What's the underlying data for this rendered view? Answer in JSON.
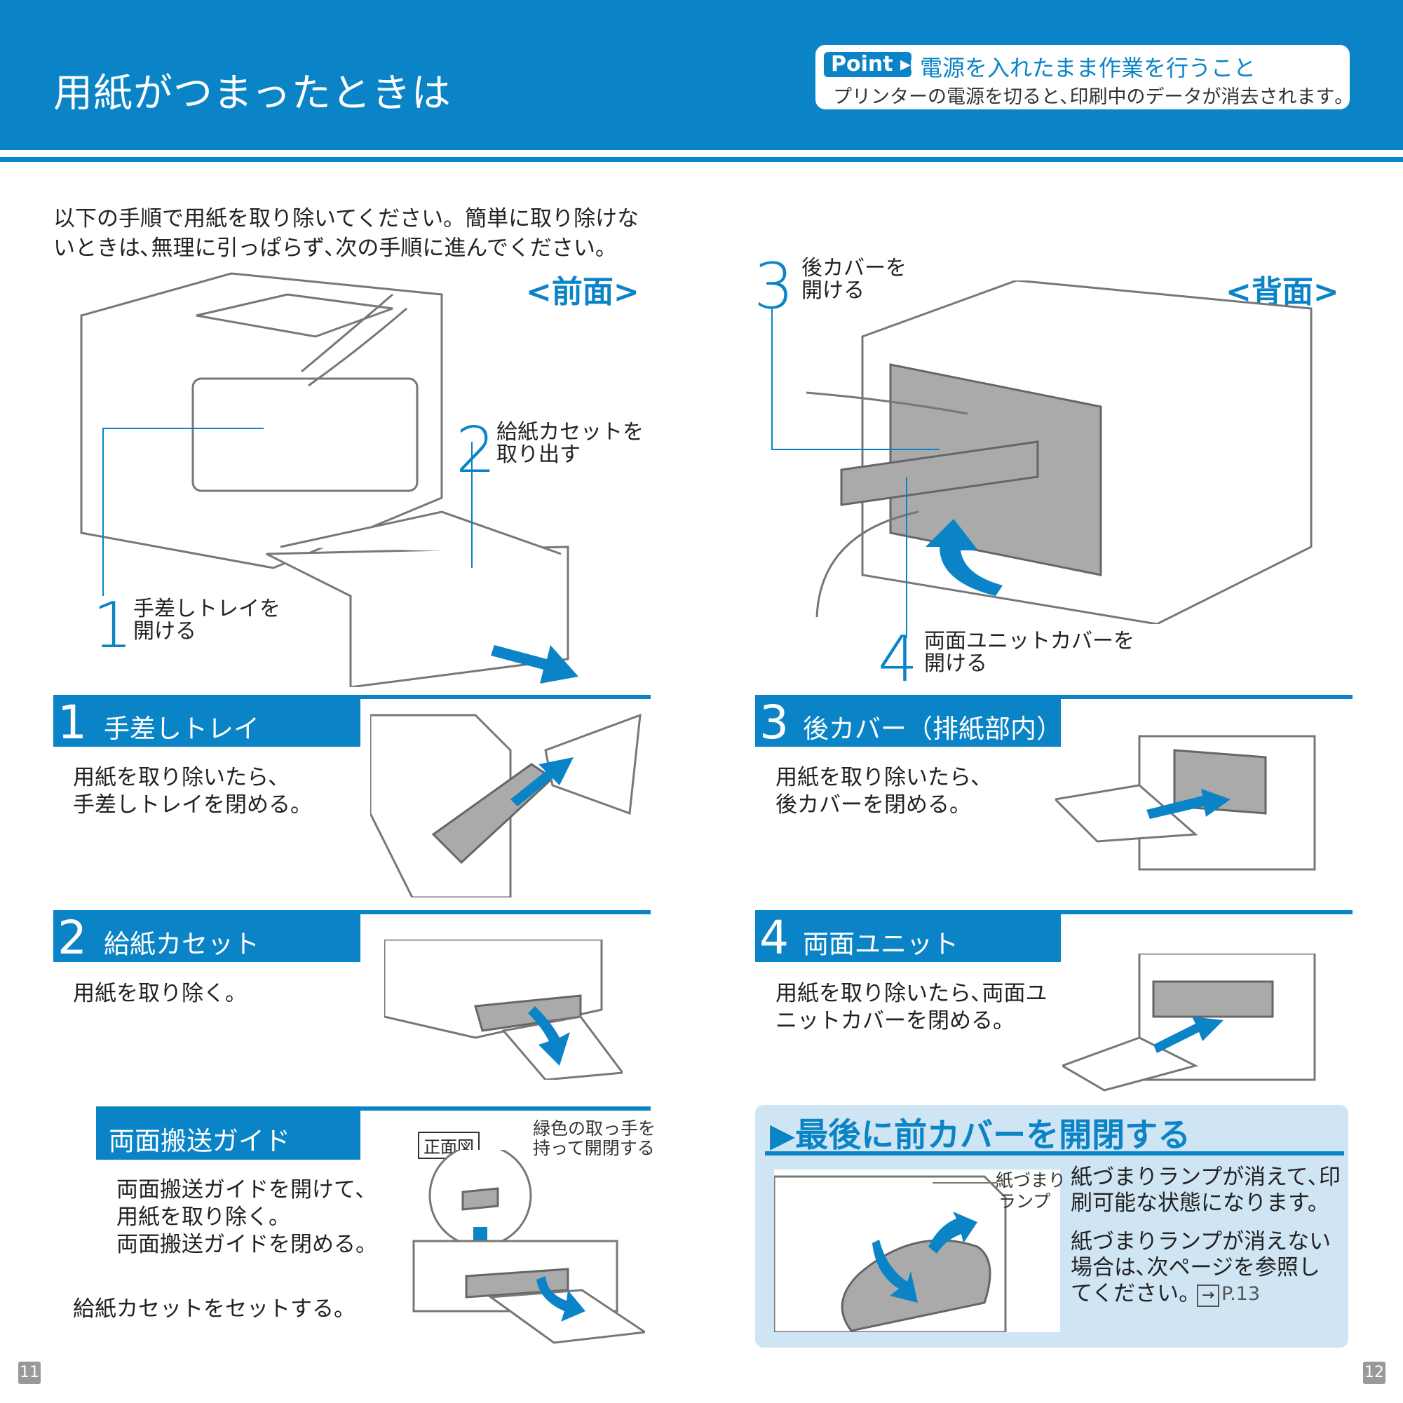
{
  "header": {
    "title": "用紙がつまったときは",
    "point": {
      "badge": "Point ▸▸",
      "title": "電源を入れたまま作業を行うこと",
      "text": "プリンターの電源を切ると､印刷中のデータが消去されます｡"
    }
  },
  "intro": {
    "line1": "以下の手順で用紙を取り除いてください。簡単に取り除けな",
    "line2": "いときは､無理に引っぱらず､次の手順に進んでください。"
  },
  "front": {
    "view_label": "<前面>",
    "callout1": {
      "num": "1",
      "line1": "手差しトレイを",
      "line2": "開ける"
    },
    "callout2": {
      "num": "2",
      "line1": "給紙カセットを",
      "line2": "取り出す"
    }
  },
  "back": {
    "view_label": "<背面>",
    "callout3": {
      "num": "3",
      "line1": "後カバーを",
      "line2": "開ける"
    },
    "callout4": {
      "num": "4",
      "line1": "両面ユニットカバーを",
      "line2": "開ける"
    }
  },
  "sections": {
    "s1": {
      "num": "1",
      "title": "手差しトレイ",
      "line1": "用紙を取り除いたら､",
      "line2": "手差しトレイを閉める。"
    },
    "s2": {
      "num": "2",
      "title": "給紙カセット",
      "line1": "用紙を取り除く。"
    },
    "s3": {
      "num": "3",
      "title": "後カバー（排紙部内）",
      "line1": "用紙を取り除いたら､",
      "line2": "後カバーを閉める。"
    },
    "s4": {
      "num": "4",
      "title": "両面ユニット",
      "line1": "用紙を取り除いたら､両面ユ",
      "line2": "ニットカバーを閉める。"
    },
    "duplex": {
      "title": "両面搬送ガイド",
      "line1": "両面搬送ガイドを開けて､",
      "line2": "用紙を取り除く。",
      "line3": "両面搬送ガイドを閉める。",
      "cassette": "給紙カセットをセットする。",
      "view": "正面図",
      "callout1": "緑色の取っ手を",
      "callout2": "持って開閉する"
    }
  },
  "final": {
    "title": "▶最後に前カバーを開閉する",
    "lamp1": "紙づまり",
    "lamp2": "ランプ",
    "p1_line1": "紙づまりランプが消えて､印",
    "p1_line2": "刷可能な状態になります。",
    "p2_line1": "紙づまりランプが消えない",
    "p2_line2": "場合は､次ページを参照し",
    "p2_line3": "てください。",
    "ref": "P.13"
  },
  "pages": {
    "left": "11",
    "right": "12"
  },
  "colors": {
    "accent": "#0a84c6",
    "panel": "#cfe5f4"
  }
}
